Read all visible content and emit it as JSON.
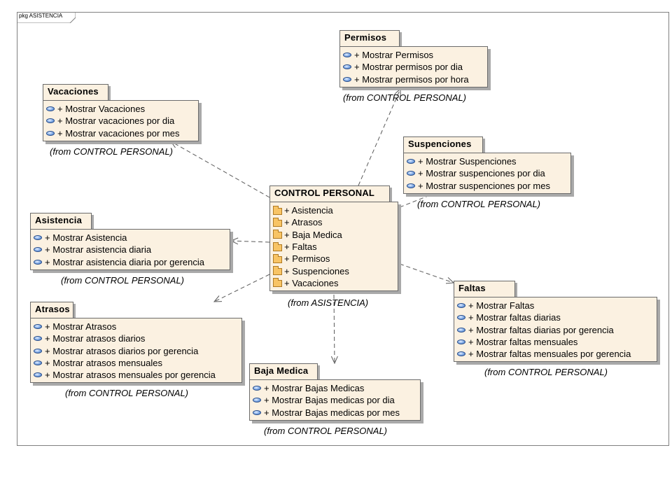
{
  "frame": {
    "title": "pkg ASISTENCIA"
  },
  "packages": {
    "permisos": {
      "name": "Permisos",
      "operations": [
        "+ Mostrar Permisos",
        "+ Mostrar permisos por dia",
        "+ Mostrar permisos por hora"
      ],
      "from": "(from CONTROL PERSONAL)"
    },
    "vacaciones": {
      "name": "Vacaciones",
      "operations": [
        "+ Mostrar Vacaciones",
        "+ Mostrar vacaciones por dia",
        "+ Mostrar vacaciones por mes"
      ],
      "from": "(from CONTROL PERSONAL)"
    },
    "suspenciones": {
      "name": "Suspenciones",
      "operations": [
        "+ Mostrar Suspenciones",
        "+ Mostrar suspenciones por dia",
        "+ Mostrar suspenciones por mes"
      ],
      "from": "(from CONTROL PERSONAL)"
    },
    "control_personal": {
      "name": "CONTROL PERSONAL",
      "members": [
        "+ Asistencia",
        "+ Atrasos",
        "+ Baja Medica",
        "+ Faltas",
        "+ Permisos",
        "+ Suspenciones",
        "+ Vacaciones"
      ],
      "from": "(from ASISTENCIA)"
    },
    "asistencia": {
      "name": "Asistencia",
      "operations": [
        "+ Mostrar Asistencia",
        "+ Mostrar asistencia diaria",
        "+ Mostrar asistencia diaria por gerencia"
      ],
      "from": "(from CONTROL PERSONAL)"
    },
    "atrasos": {
      "name": "Atrasos",
      "operations": [
        "+ Mostrar Atrasos",
        "+ Mostrar atrasos diarios",
        "+ Mostrar atrasos diarios por gerencia",
        "+ Mostrar atrasos mensuales",
        "+ Mostrar atrasos mensuales por gerencia"
      ],
      "from": "(from CONTROL PERSONAL)"
    },
    "faltas": {
      "name": "Faltas",
      "operations": [
        "+ Mostrar Faltas",
        "+ Mostrar faltas diarias",
        "+ Mostrar faltas diarias por gerencia",
        "+ Mostrar faltas mensuales",
        "+ Mostrar faltas mensuales por gerencia"
      ],
      "from": "(from CONTROL PERSONAL)"
    },
    "baja_medica": {
      "name": "Baja Medica",
      "operations": [
        "+ Mostrar Bajas Medicas",
        "+ Mostrar Bajas medicas por dia",
        "+ Mostrar Bajas medicas por mes"
      ],
      "from": "(from CONTROL PERSONAL)"
    }
  },
  "colors": {
    "package_fill": "#fbf1e1",
    "border": "#6b6b6b",
    "shadow": "#a9a9a9",
    "dependency_line": "#5a5a5a"
  },
  "icons": {
    "operation": "operation-icon",
    "member": "folder-icon"
  },
  "dependencies": [
    {
      "from": "control_personal",
      "to": "permisos"
    },
    {
      "from": "control_personal",
      "to": "vacaciones"
    },
    {
      "from": "control_personal",
      "to": "suspenciones"
    },
    {
      "from": "control_personal",
      "to": "asistencia"
    },
    {
      "from": "control_personal",
      "to": "atrasos"
    },
    {
      "from": "control_personal",
      "to": "faltas"
    },
    {
      "from": "control_personal",
      "to": "baja_medica"
    }
  ]
}
